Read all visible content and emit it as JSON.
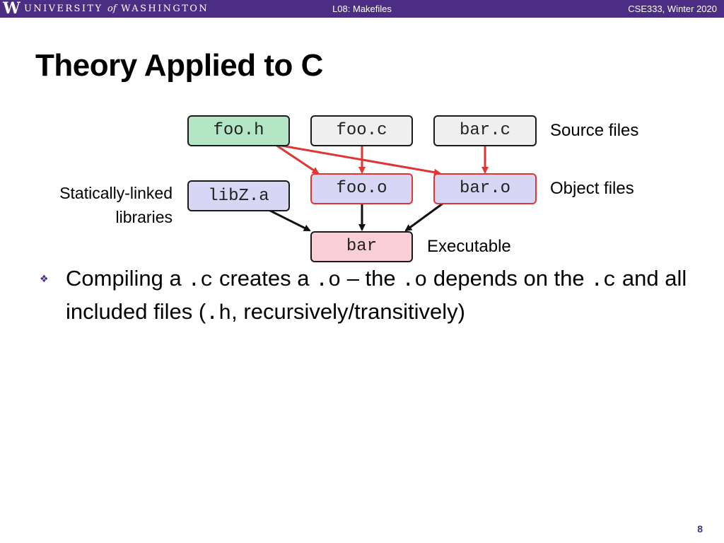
{
  "header": {
    "logo": "W",
    "university_a": "UNIVERSITY",
    "university_of": "of",
    "university_b": "WASHINGTON",
    "lecture": "L08:  Makefiles",
    "course": "CSE333, Winter 2020"
  },
  "slide": {
    "title": "Theory Applied to C",
    "page_number": "8"
  },
  "diagram": {
    "nodes": {
      "foo_h": "foo.h",
      "foo_c": "foo.c",
      "bar_c": "bar.c",
      "libz_a": "libZ.a",
      "foo_o": "foo.o",
      "bar_o": "bar.o",
      "bar": "bar"
    },
    "labels": {
      "source_files": "Source files",
      "object_files": "Object files",
      "executable": "Executable",
      "static_libs_line1": "Statically-linked",
      "static_libs_line2": "libraries"
    },
    "colors": {
      "header_purple": "#4b2e83",
      "dependency_arrow": "#e03535",
      "link_arrow": "#000000",
      "header_box_green": "#b4e5c5",
      "source_box_gray": "#efefef",
      "object_box_lavender": "#d7d7f5",
      "executable_box_pink": "#f9cfd5"
    }
  },
  "bullet": {
    "t1": "Compiling a ",
    "c1": ".c",
    "t2": " creates a ",
    "c2": ".o",
    "t3": " – the ",
    "c3": ".o",
    "t4": " depends on the ",
    "c4": ".c",
    "t5": " and all included files (",
    "c5": ".h",
    "t6": ", recursively/transitively)"
  }
}
